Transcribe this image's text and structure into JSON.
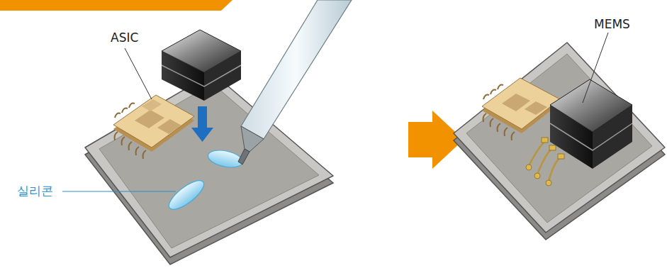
{
  "diagram": {
    "labels": [
      "ASIC",
      "실리콘",
      "MEMS"
    ]
  }
}
